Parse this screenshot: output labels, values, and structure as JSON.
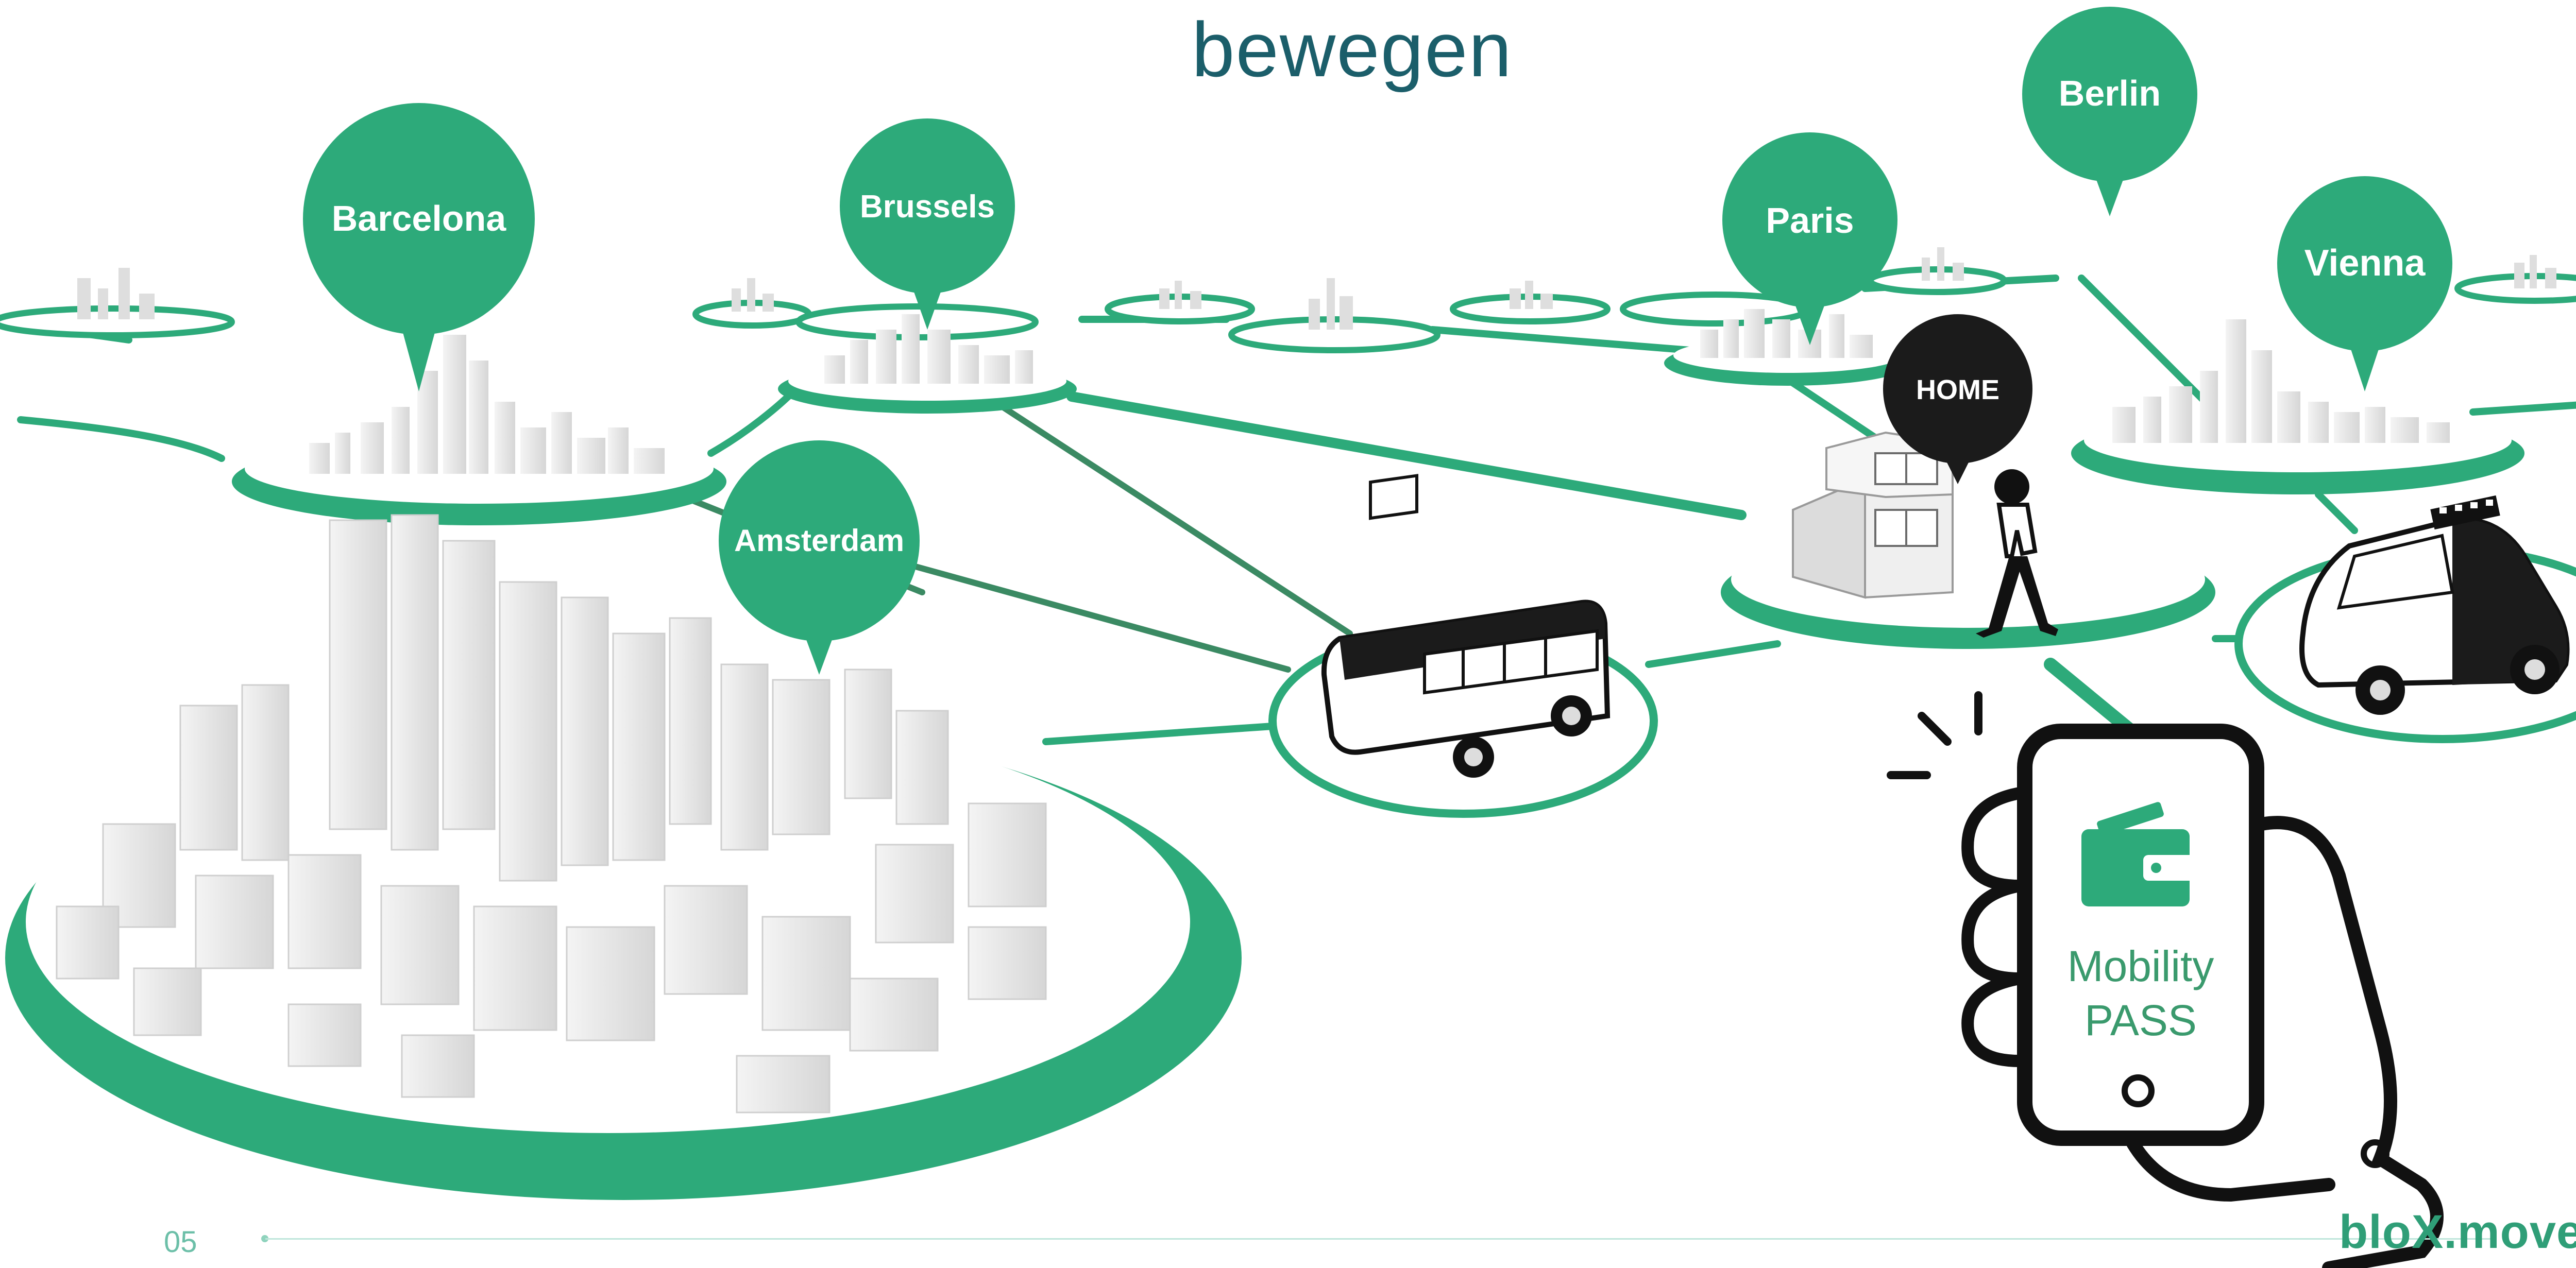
{
  "slide": {
    "title": "bewegen",
    "page_number": "05",
    "brand": "bloX.move"
  },
  "cities": [
    {
      "id": "barcelona",
      "label": "Barcelona"
    },
    {
      "id": "brussels",
      "label": "Brussels"
    },
    {
      "id": "paris",
      "label": "Paris"
    },
    {
      "id": "berlin",
      "label": "Berlin"
    },
    {
      "id": "vienna",
      "label": "Vienna"
    },
    {
      "id": "amsterdam",
      "label": "Amsterdam"
    }
  ],
  "home": {
    "label": "HOME"
  },
  "phone": {
    "line1": "Mobility",
    "line2": "PASS"
  },
  "colors": {
    "accent": "#2daa7a",
    "title": "#1b5e6a",
    "dark": "#1b1b1b",
    "building": "#e6e6e6"
  },
  "icons": [
    "bus-icon",
    "taxi-icon",
    "house-icon",
    "pedestrian-icon",
    "wallet-icon",
    "phone-in-hand-icon"
  ]
}
